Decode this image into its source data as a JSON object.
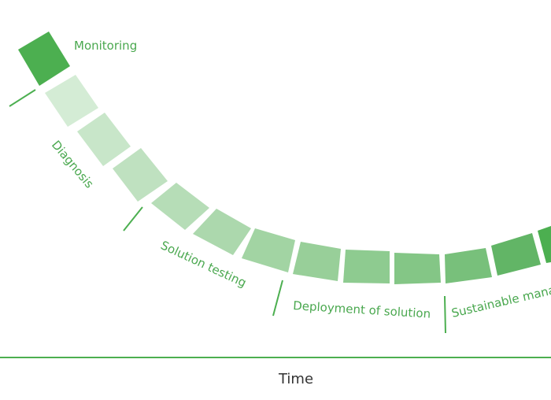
{
  "stages": [
    {
      "label": "Monitoring"
    },
    {
      "label": "Diagnosis"
    },
    {
      "label": "Solution testing"
    },
    {
      "label": "Deployment of solution"
    },
    {
      "label": "Sustainable management"
    }
  ],
  "axis": {
    "label": "Time"
  },
  "colors": {
    "accent": "#4aa84f",
    "segments": [
      "#4caf50",
      "#d4ecd5",
      "#c8e6c9",
      "#bfe1c0",
      "#b6ddb7",
      "#acd8ad",
      "#a2d4a3",
      "#98cf99",
      "#8ecb90",
      "#84c686",
      "#78c07b",
      "#62b566",
      "#4caf50"
    ],
    "axis_line": "#4caf50",
    "axis_text": "#333333"
  }
}
